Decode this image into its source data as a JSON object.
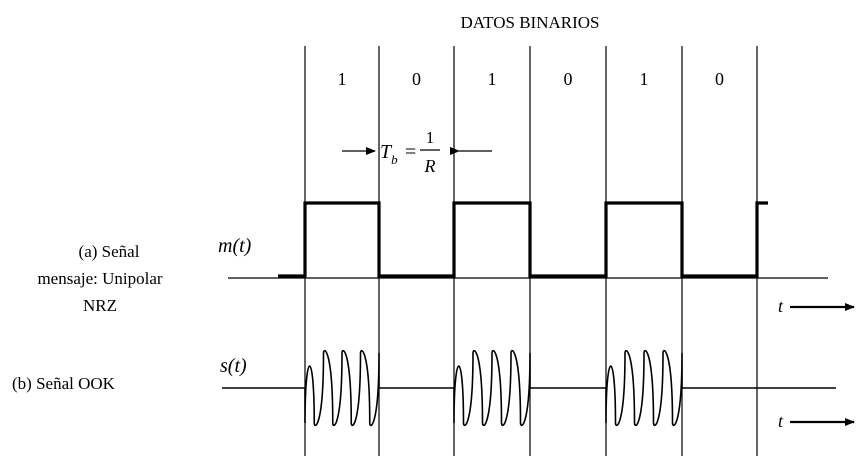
{
  "header": {
    "title": "DATOS BINARIOS"
  },
  "bits": [
    "1",
    "0",
    "1",
    "0",
    "1",
    "0"
  ],
  "period_label": {
    "lhs": "T",
    "sub": "b",
    "eq": "=",
    "num": "1",
    "den": "R"
  },
  "signals": {
    "message": {
      "name": "m(t)",
      "caption_line1": "(a) Señal",
      "caption_line2": "mensaje: Unipolar",
      "caption_line3": "NRZ"
    },
    "ook": {
      "name": "s(t)",
      "caption": "(b) Señal OOK"
    }
  },
  "time_axis_label": "t"
}
